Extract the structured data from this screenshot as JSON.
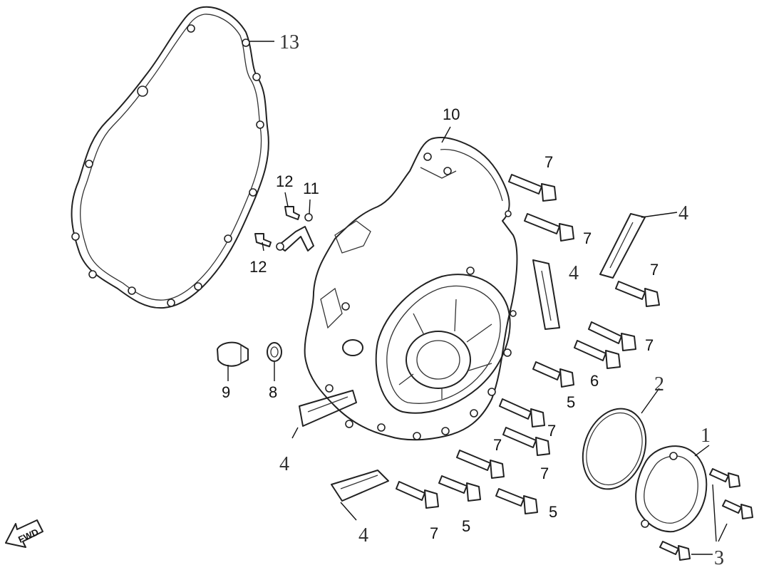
{
  "diagram": {
    "callouts": {
      "c1": "1",
      "c2": "2",
      "c3": "3",
      "c4a": "4",
      "c4b": "4",
      "c4c": "4",
      "c4d": "4",
      "c5a": "5",
      "c5b": "5",
      "c5c": "5",
      "c6": "6",
      "c7a": "7",
      "c7b": "7",
      "c7c": "7",
      "c7d": "7",
      "c7e": "7",
      "c7f": "7",
      "c7g": "7",
      "c7h": "7",
      "c8": "8",
      "c9": "9",
      "c10": "10",
      "c11": "11",
      "c12a": "12",
      "c12b": "12",
      "c13": "13"
    },
    "fwd_label": "FWD"
  }
}
